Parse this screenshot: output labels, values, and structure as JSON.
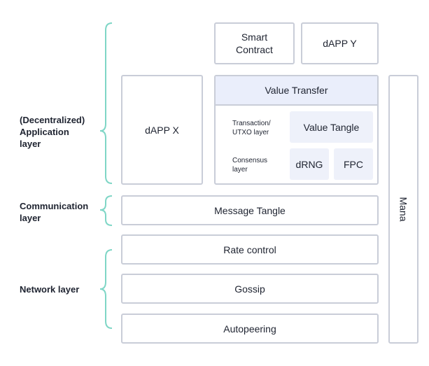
{
  "layers": {
    "application": "(Decentralized)\nApplication\nlayer",
    "communication": "Communication\nlayer",
    "network": "Network layer"
  },
  "boxes": {
    "smart_contract": "Smart\nContract",
    "dapp_y": "dAPP Y",
    "dapp_x": "dAPP X",
    "value_transfer": "Value Transfer",
    "transaction_label": "Transaction/\nUTXO layer",
    "value_tangle": "Value Tangle",
    "consensus_label": "Consensus\nlayer",
    "drng": "dRNG",
    "fpc": "FPC",
    "message_tangle": "Message Tangle",
    "rate_control": "Rate control",
    "gossip": "Gossip",
    "autopeering": "Autopeering",
    "mana": "Mana"
  },
  "colors": {
    "brace": "#7fd6c6",
    "border": "#c9cdd8",
    "shaded": "#eef1fa"
  }
}
